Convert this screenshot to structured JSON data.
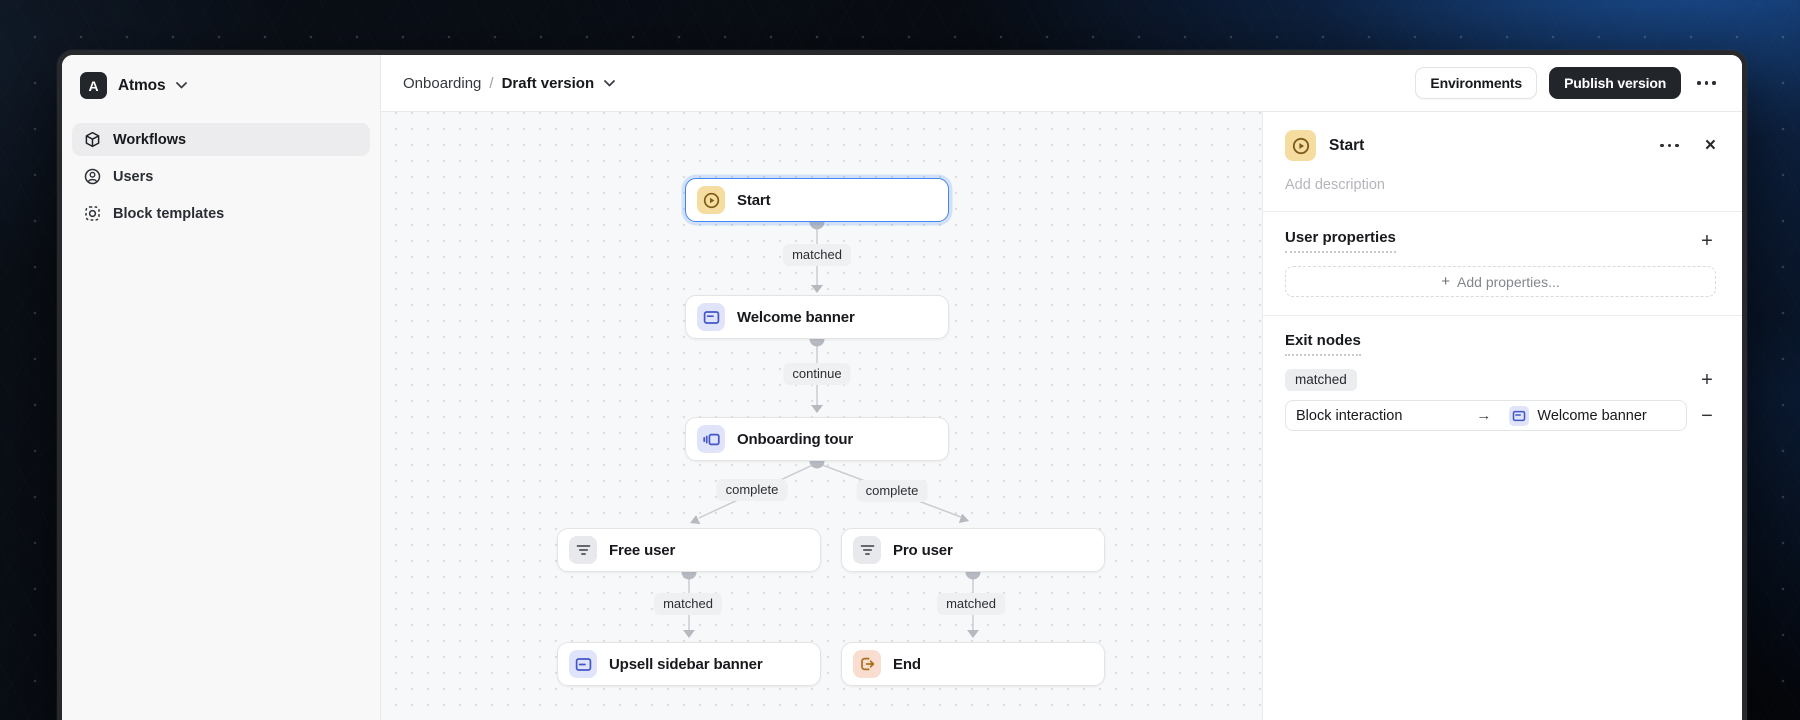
{
  "app": {
    "name": "Atmos",
    "logo_letter": "A"
  },
  "topbar": {
    "breadcrumb": {
      "parent": "Onboarding",
      "separator": "/",
      "current": "Draft version"
    },
    "environments_button": "Environments",
    "publish_button": "Publish version"
  },
  "sidebar": {
    "items": [
      {
        "label": "Workflows",
        "icon": "cube-icon",
        "selected": true
      },
      {
        "label": "Users",
        "icon": "user-circle-icon",
        "selected": false
      },
      {
        "label": "Block templates",
        "icon": "scan-icon",
        "selected": false
      }
    ]
  },
  "canvas": {
    "nodes": [
      {
        "label": "Start",
        "type": "start",
        "icon": "play-circle-icon",
        "selected": true
      },
      {
        "label": "Welcome banner",
        "type": "banner-block",
        "icon": "banner-icon",
        "selected": false
      },
      {
        "label": "Onboarding tour",
        "type": "tour-block",
        "icon": "carousel-icon",
        "selected": false
      },
      {
        "label": "Free user",
        "type": "segment",
        "icon": "filter-icon",
        "selected": false
      },
      {
        "label": "Pro user",
        "type": "segment",
        "icon": "filter-icon",
        "selected": false
      },
      {
        "label": "Upsell sidebar banner",
        "type": "banner-block",
        "icon": "banner-icon",
        "selected": false
      },
      {
        "label": "End",
        "type": "end",
        "icon": "exit-icon",
        "selected": false
      }
    ],
    "edges": [
      {
        "from": "Start",
        "to": "Welcome banner",
        "label": "matched"
      },
      {
        "from": "Welcome banner",
        "to": "Onboarding tour",
        "label": "continue"
      },
      {
        "from": "Onboarding tour",
        "to": "Free user",
        "label": "complete"
      },
      {
        "from": "Onboarding tour",
        "to": "Pro user",
        "label": "complete"
      },
      {
        "from": "Free user",
        "to": "Upsell sidebar banner",
        "label": "matched"
      },
      {
        "from": "Pro user",
        "to": "End",
        "label": "matched"
      }
    ]
  },
  "panel": {
    "title": "Start",
    "description_placeholder": "Add description",
    "user_properties": {
      "title": "User properties",
      "add_placeholder": "Add properties..."
    },
    "exit_nodes": {
      "title": "Exit nodes",
      "exits": [
        {
          "label": "matched",
          "rule": {
            "event": "Block interaction",
            "arrow": "→",
            "target": "Welcome banner"
          }
        }
      ]
    }
  },
  "colors": {
    "selection_blue": "#4285f4",
    "icon_amber_bg": "#f5dca0",
    "icon_amber_fg": "#7d5a17",
    "icon_indigo_bg": "#dfe4fb",
    "icon_indigo_fg": "#4356c8",
    "icon_gray_bg": "#e8e9ec",
    "icon_gray_fg": "#51555c",
    "icon_peach_bg": "#f8ddd0",
    "icon_peach_fg": "#a8701d",
    "publish_button_bg": "#22262b",
    "canvas_bg": "#f7f8f9"
  }
}
